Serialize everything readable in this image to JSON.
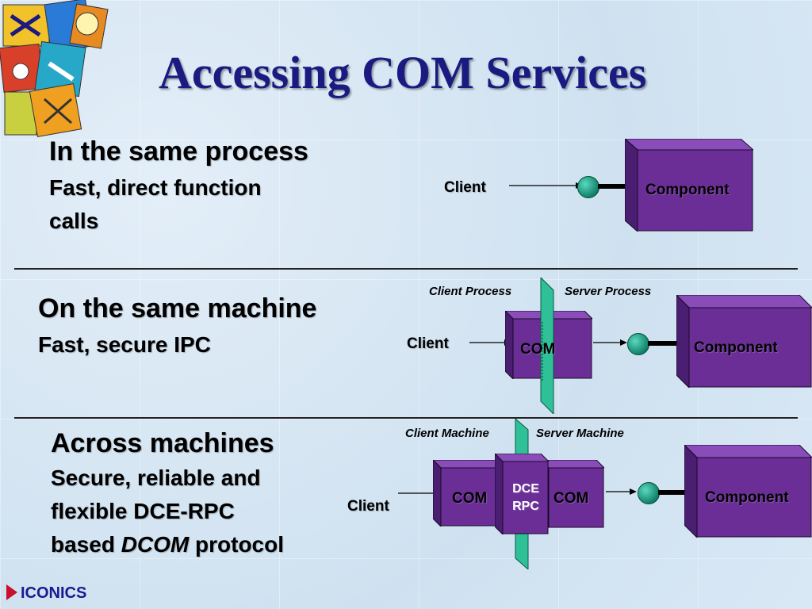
{
  "title": "Accessing COM Services",
  "sections": [
    {
      "heading": "In the same process",
      "lines": [
        "Fast, direct function",
        "calls"
      ],
      "client_label": "Client",
      "component_label": "Component"
    },
    {
      "heading": "On the same machine",
      "lines": [
        "Fast, secure IPC"
      ],
      "client_label": "Client",
      "com_label": "COM",
      "component_label": "Component",
      "left_boundary_label": "Client Process",
      "right_boundary_label": "Server Process"
    },
    {
      "heading": "Across machines",
      "lines": [
        "Secure, reliable and",
        "flexible DCE-RPC"
      ],
      "last_line_prefix": "based ",
      "last_line_emphasis": "DCOM",
      "last_line_suffix": " protocol",
      "client_label": "Client",
      "com_left_label": "COM",
      "rpc_label_1": "DCE",
      "rpc_label_2": "RPC",
      "com_right_label": "COM",
      "component_label": "Component",
      "left_boundary_label": "Client Machine",
      "right_boundary_label": "Server Machine"
    }
  ],
  "footer": {
    "brand": "ICONICS"
  },
  "colors": {
    "title": "#1a1a80",
    "box_front": "#6a2e96",
    "box_top": "#8a4cb8",
    "interface_ball": "#11806a",
    "boundary": "#2fc098",
    "footer_marker": "#c8102e"
  },
  "icons": {
    "logo": "collage-logo-icon",
    "interface": "interface-lollipop-icon",
    "footer_marker": "triangle-marker-icon"
  }
}
